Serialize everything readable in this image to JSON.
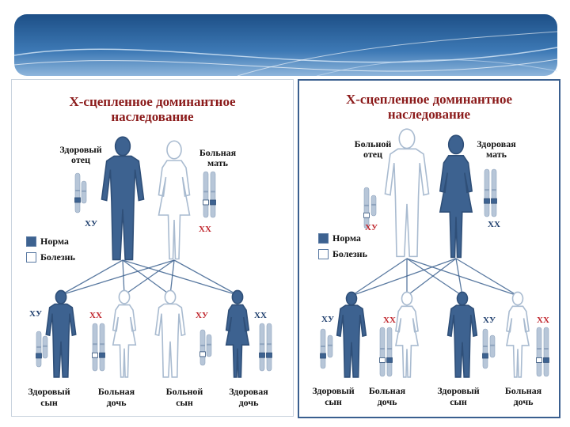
{
  "colors": {
    "norm": "#3d6290",
    "disease": "#ffffff",
    "outline": "#a9bbd0",
    "title": "#8b1a1a",
    "frame": "#3a5f8f"
  },
  "left": {
    "title_line1": "Х-сцепленное доминантное",
    "title_line2": "наследование",
    "father_label_1": "Здоровый",
    "father_label_2": "отец",
    "mother_label_1": "Больная",
    "mother_label_2": "мать",
    "father_geno": "ХУ",
    "mother_geno": "ХХ",
    "legend_norm": "Норма",
    "legend_disease": "Болезнь",
    "children": [
      {
        "geno": "ХУ",
        "caption_1": "Здоровый",
        "caption_2": "сын"
      },
      {
        "geno": "ХХ",
        "caption_1": "Больная",
        "caption_2": "дочь"
      },
      {
        "geno": "ХУ",
        "caption_1": "Больной",
        "caption_2": "сын"
      },
      {
        "geno": "ХХ",
        "caption_1": "Здоровая",
        "caption_2": "дочь"
      }
    ]
  },
  "right": {
    "title_line1": "Х-сцепленное доминантное",
    "title_line2": "наследование",
    "father_label_1": "Больной",
    "father_label_2": "отец",
    "mother_label_1": "Здоровая",
    "mother_label_2": "мать",
    "father_geno": "ХУ",
    "mother_geno": "ХХ",
    "legend_norm": "Норма",
    "legend_disease": "Болезнь",
    "children": [
      {
        "geno": "ХУ",
        "caption_1": "Здоровый",
        "caption_2": "сын"
      },
      {
        "geno": "ХХ",
        "caption_1": "Больная",
        "caption_2": "дочь"
      },
      {
        "geno": "ХУ",
        "caption_1": "Здоровый",
        "caption_2": "сын"
      },
      {
        "geno": "ХХ",
        "caption_1": "Больная",
        "caption_2": "дочь"
      }
    ]
  }
}
